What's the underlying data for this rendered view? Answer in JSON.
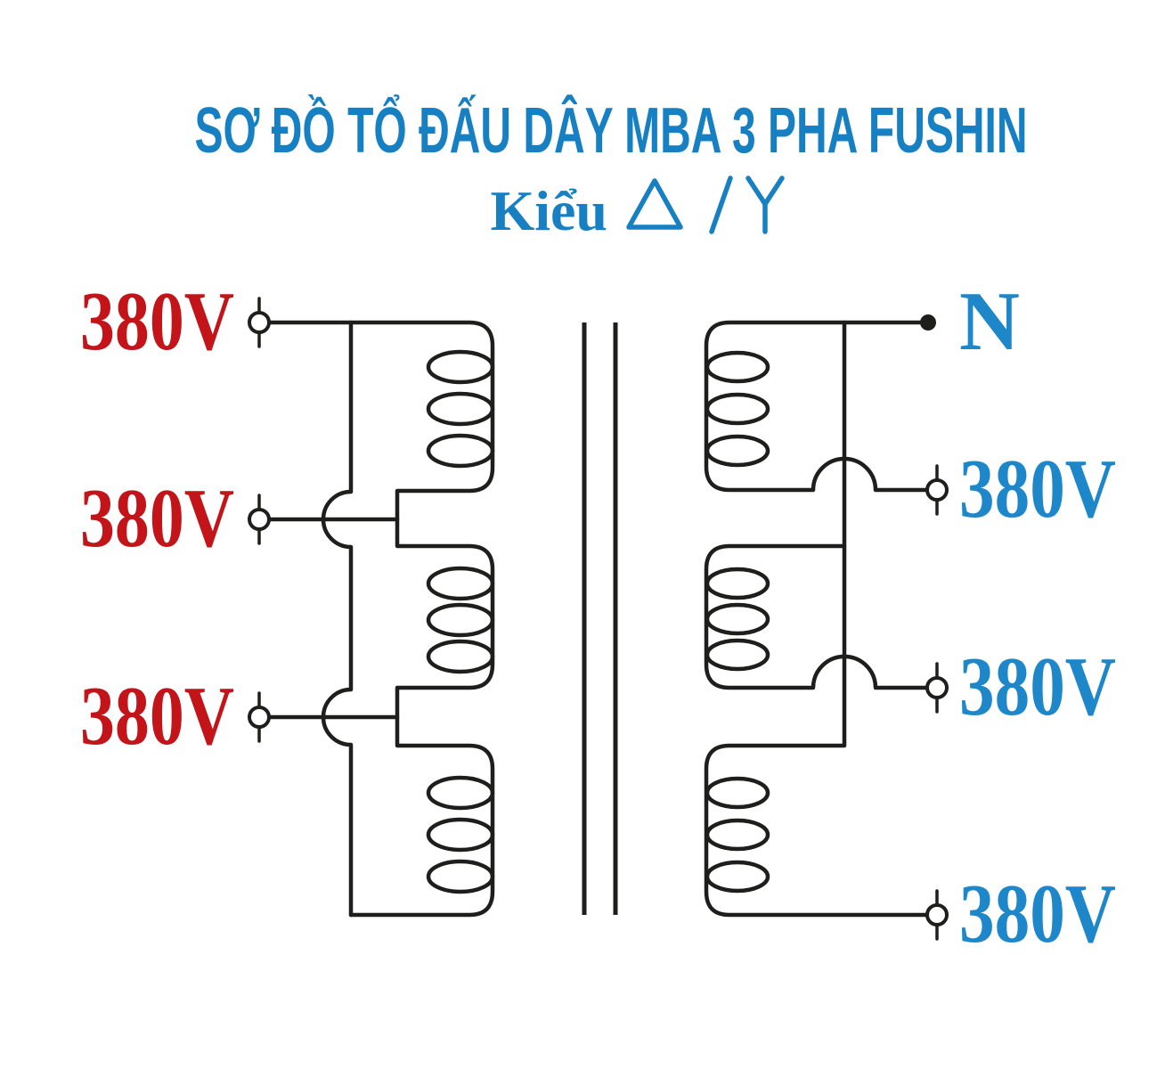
{
  "header": {
    "title": "SƠ ĐỒ TỔ ĐẤU DÂY MBA 3 PHA FUSHIN",
    "subtitle_prefix": "Kiểu",
    "subtitle_symbol": "Δ/Y"
  },
  "colors": {
    "title_blue": "#1780c2",
    "label_blue": "#1d87ca",
    "label_red": "#c3141a",
    "wire_black": "#1e1e1c",
    "background": "#ffffff"
  },
  "primary_side": {
    "connection": "delta",
    "terminals": [
      {
        "label": "380V"
      },
      {
        "label": "380V"
      },
      {
        "label": "380V"
      }
    ]
  },
  "secondary_side": {
    "connection": "wye",
    "neutral": {
      "label": "N"
    },
    "terminals": [
      {
        "label": "380V"
      },
      {
        "label": "380V"
      },
      {
        "label": "380V"
      }
    ]
  }
}
